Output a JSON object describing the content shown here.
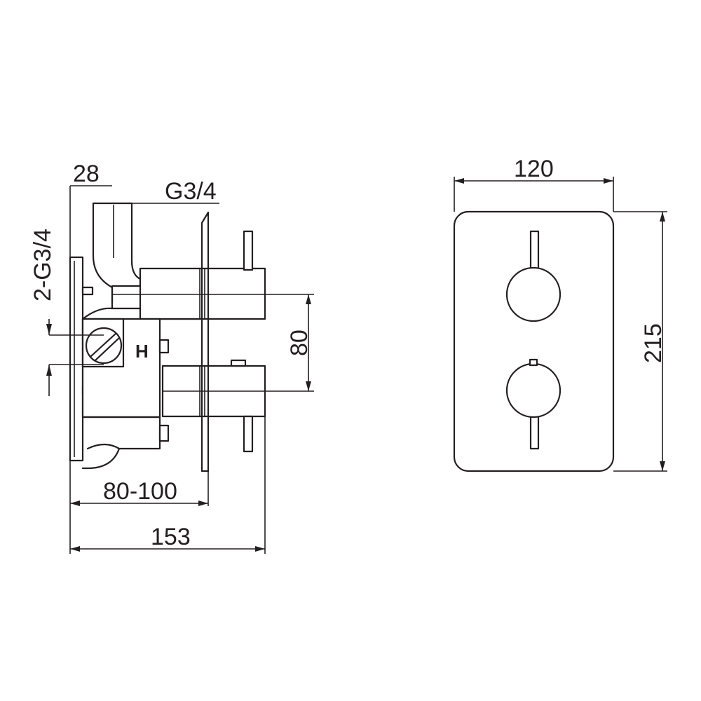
{
  "side_view": {
    "dim_depth_inlet": "28",
    "dim_thread_top": "G3/4",
    "dim_thread_side": "2-G3/4",
    "dim_handle_spacing": "80",
    "dim_wall_depth": "80-100",
    "dim_total_depth": "153",
    "hot_marker": "H"
  },
  "front_view": {
    "dim_width": "120",
    "dim_height": "215"
  },
  "colors": {
    "line": "#231f20",
    "background": "#ffffff"
  }
}
